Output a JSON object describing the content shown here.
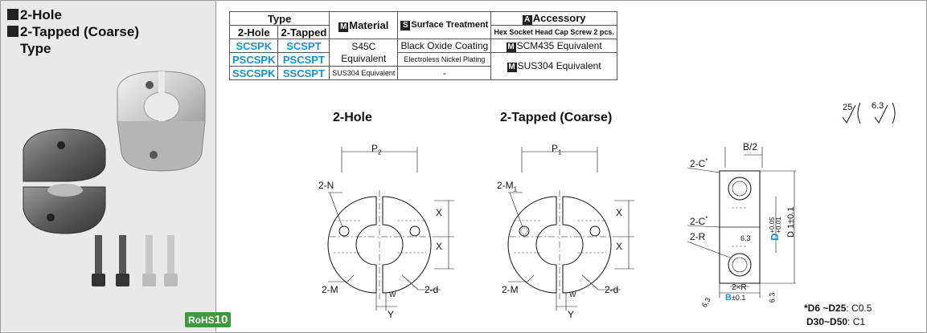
{
  "left_panel": {
    "title_line1": "2-Hole",
    "title_line2": "2-Tapped (Coarse)",
    "title_line3": "Type",
    "rohs_label": "RoHS",
    "rohs_num": "10"
  },
  "table": {
    "type_header": "Type",
    "col_2hole": "2-Hole",
    "col_2tapped": "2-Tapped",
    "material_mark": "M",
    "material_header": "Material",
    "surface_mark": "S",
    "surface_header": "Surface Treatment",
    "accessory_mark": "A",
    "accessory_header": "Accessory",
    "accessory_sub": "Hex Socket Head Cap Screw 2 pcs.",
    "rows": [
      {
        "hole": "SCSPK",
        "tapped": "SCSPT"
      },
      {
        "hole": "PSCSPK",
        "tapped": "PSCSPT"
      },
      {
        "hole": "SSCSPK",
        "tapped": "SSCSPT"
      }
    ],
    "mat_s45c_1": "S45C",
    "mat_s45c_2": "Equivalent",
    "mat_sus304": "SUS304 Equivalent",
    "surf_black": "Black Oxide Coating",
    "surf_nickel": "Electroless Nickel Plating",
    "surf_none": "-",
    "acc_mark1": "M",
    "acc_scm": "SCM435 Equivalent",
    "acc_mark2": "M",
    "acc_sus": "SUS304 Equivalent"
  },
  "drawings": {
    "title_2hole": "2-Hole",
    "title_2tapped": "2-Tapped (Coarse)",
    "d1": {
      "p": "P",
      "p_sub": "2",
      "n": "2-N",
      "m": "2-M",
      "d": "2-d",
      "w": "W",
      "y": "Y",
      "x1": "X",
      "x2": "X"
    },
    "d2": {
      "p": "P",
      "p_sub": "1",
      "m1": "2-M",
      "m1_sub": "1",
      "m": "2-M",
      "d": "2-d",
      "w": "W",
      "y": "Y",
      "x1": "X",
      "x2": "X"
    },
    "side": {
      "b2": "B/2",
      "c1": "2-C",
      "c1_star": "*",
      "c2": "2-C",
      "c2_star": "*",
      "r": "2-R",
      "d_label": "D",
      "d_tol_up": "+0.05",
      "d_tol_dn": "+0.01",
      "d_outer": "D 1±0.1",
      "r63": "6.3",
      "twoR": "2×R",
      "b_label": "B",
      "b_tol": "±0.1",
      "s63a": "6.3",
      "s63b": "6.3"
    },
    "roughness": {
      "main": "25",
      "sub": "6.3"
    }
  },
  "notes": {
    "line1_b": "*D6 ~D25",
    "line1": ": C0.5",
    "line2_b": "D30~D50",
    "line2": ": C1"
  },
  "colors": {
    "accent": "#1c8fd6",
    "panel": "#e9e9e9",
    "rohs": "#3c9a3c"
  }
}
